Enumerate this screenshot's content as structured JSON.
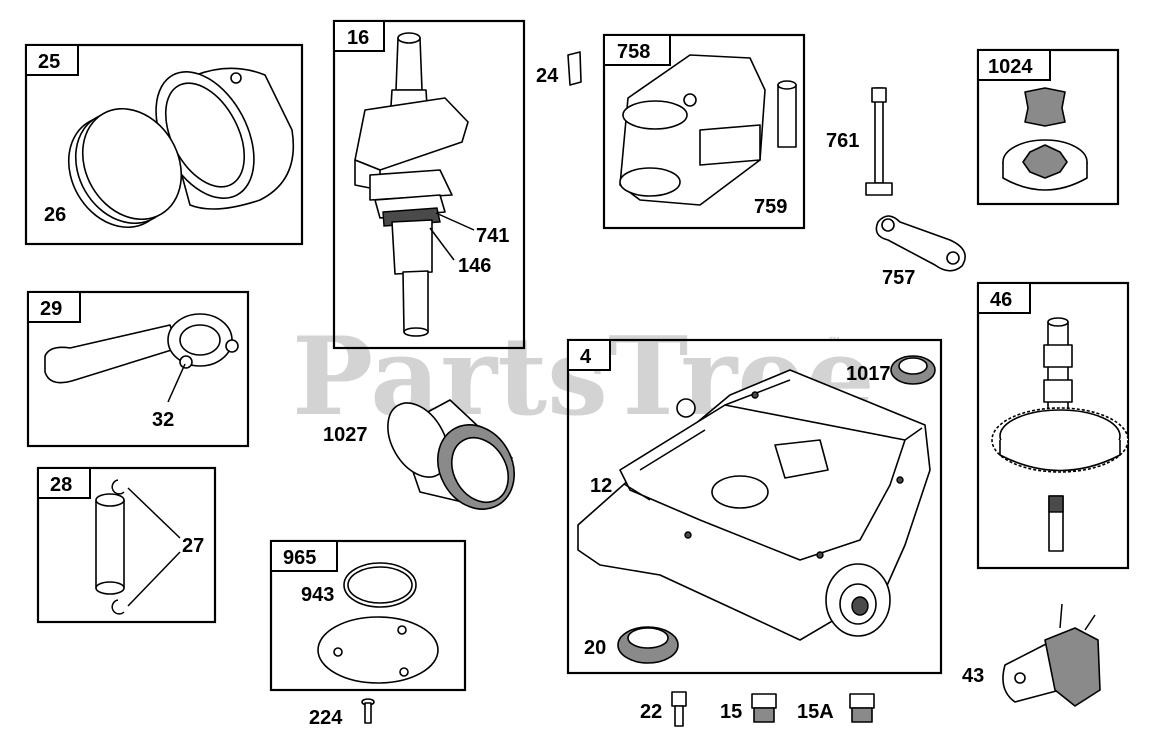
{
  "watermark": {
    "text": "PartsTree",
    "trademark": "™"
  },
  "boxes": {
    "b25": "25",
    "b16": "16",
    "b758": "758",
    "b1024": "1024",
    "b29": "29",
    "b4": "4",
    "b46": "46",
    "b28": "28",
    "b965": "965"
  },
  "labels": {
    "l26": "26",
    "l24": "24",
    "l741": "741",
    "l146": "146",
    "l759": "759",
    "l761": "761",
    "l757": "757",
    "l32": "32",
    "l1027": "1027",
    "l1017": "1017",
    "l12": "12",
    "l27": "27",
    "l943": "943",
    "l224": "224",
    "l20": "20",
    "l22": "22",
    "l15": "15",
    "l15a": "15A",
    "l43": "43"
  }
}
